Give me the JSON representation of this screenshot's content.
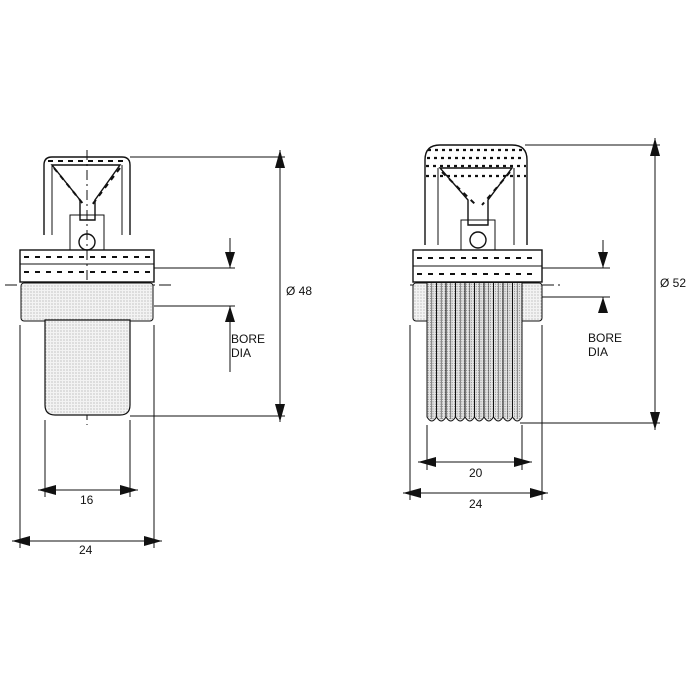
{
  "left_part": {
    "diameter_label": "Ø 48",
    "bore_label_line1": "BORE",
    "bore_label_line2": "DIA",
    "inner_width_label": "16",
    "outer_width_label": "24"
  },
  "right_part": {
    "diameter_label": "Ø 52",
    "bore_label_line1": "BORE",
    "bore_label_line2": "DIA",
    "inner_width_label": "20",
    "outer_width_label": "24"
  },
  "colors": {
    "line": "#111111",
    "stipple": "#9a9a9a",
    "background": "#ffffff"
  }
}
